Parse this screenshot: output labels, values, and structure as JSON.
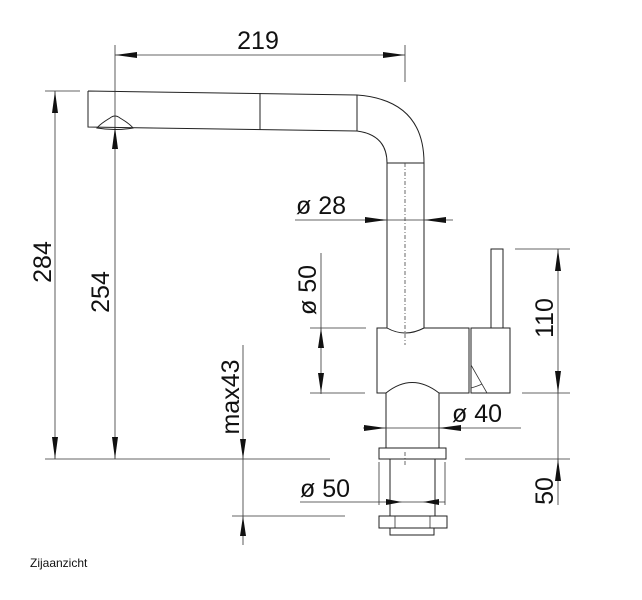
{
  "dimensions": {
    "spout_reach": "219",
    "total_height": "284",
    "spout_height": "254",
    "tube_diameter": "ø 28",
    "body_diameter": "ø 50",
    "shank_diameter": "ø 40",
    "hole_diameter": "ø 50",
    "max_counter_thickness": "max43",
    "lever_height": "110",
    "shank_length": "50"
  },
  "caption": "Zijaanzicht"
}
